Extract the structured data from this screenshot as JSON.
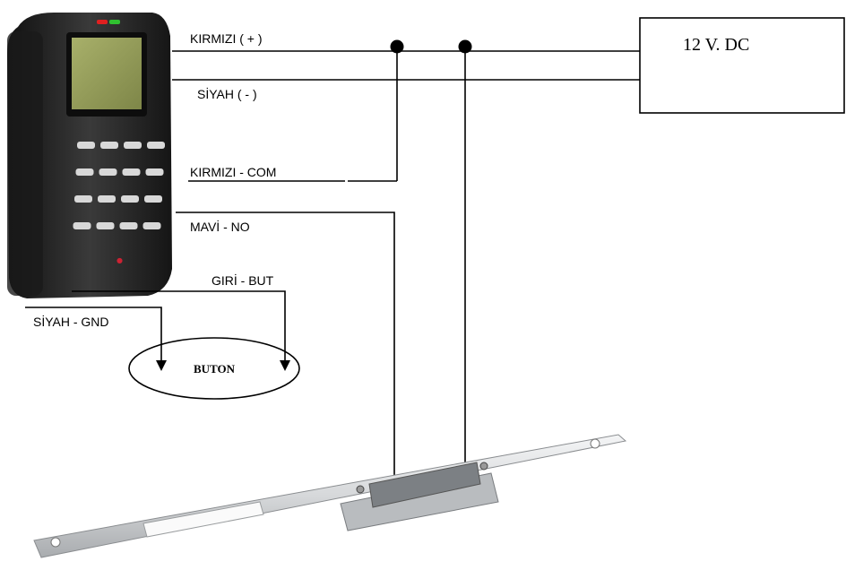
{
  "wires": {
    "red_plus": "KIRMIZI ( + )",
    "black_minus": "SİYAH (  - )",
    "red_com": "KIRMIZI - COM",
    "blue_no": "MAVİ - NO",
    "exit_button": "GIRİ - BUT",
    "black_gnd": "SİYAH - GND"
  },
  "power_supply": {
    "label": "12 V. DC"
  },
  "button": {
    "label": "BUTON"
  },
  "colors": {
    "line": "#000000",
    "reader_body": "#2a2a2a",
    "lcd_screen": "#9aa35c",
    "led_red": "#e02020",
    "led_green": "#30c030",
    "strike_plate": "#d8dadc"
  }
}
